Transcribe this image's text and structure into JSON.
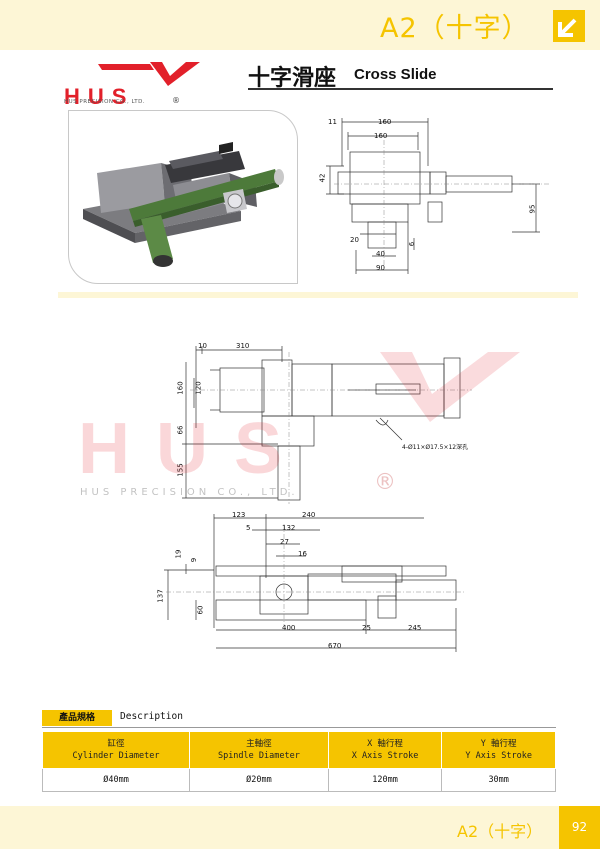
{
  "header": {
    "code": "A2（十字）"
  },
  "logo": {
    "text": "HUS",
    "sub": "HUS PRECISION CO., LTD.",
    "reg": "®"
  },
  "title": {
    "zh": "十字滑座",
    "en": "Cross Slide"
  },
  "top_drawing": {
    "dims": [
      "11",
      "160",
      "160",
      "42",
      "95",
      "20",
      "6",
      "40",
      "90"
    ]
  },
  "plan_drawing": {
    "dims": [
      "10",
      "310",
      "160",
      "120",
      "66",
      "155"
    ],
    "note": "4-Ø11×Ø17.5×12深孔"
  },
  "side_drawing": {
    "dims": [
      "123",
      "240",
      "5",
      "132",
      "27",
      "16",
      "19",
      "9",
      "137",
      "60",
      "400",
      "25",
      "245",
      "670"
    ]
  },
  "watermark": {
    "text": "HUS",
    "sub": "HUS PRECISION CO., LTD.",
    "reg": "®"
  },
  "spec": {
    "label": "產品規格",
    "desc": "Description",
    "headers": [
      {
        "zh": "缸徑",
        "en": "Cylinder Diameter"
      },
      {
        "zh": "主軸徑",
        "en": "Spindle Diameter"
      },
      {
        "zh": "X 軸行程",
        "en": "X Axis Stroke"
      },
      {
        "zh": "Y 軸行程",
        "en": "Y Axis Stroke"
      }
    ],
    "values": [
      "Ø40mm",
      "Ø20mm",
      "120mm",
      "30mm"
    ]
  },
  "footer": {
    "code": "A2（十字）",
    "page": "92"
  },
  "colors": {
    "accent": "#f5c400",
    "brand_red": "#e2202a",
    "band": "#fdf6d6"
  }
}
